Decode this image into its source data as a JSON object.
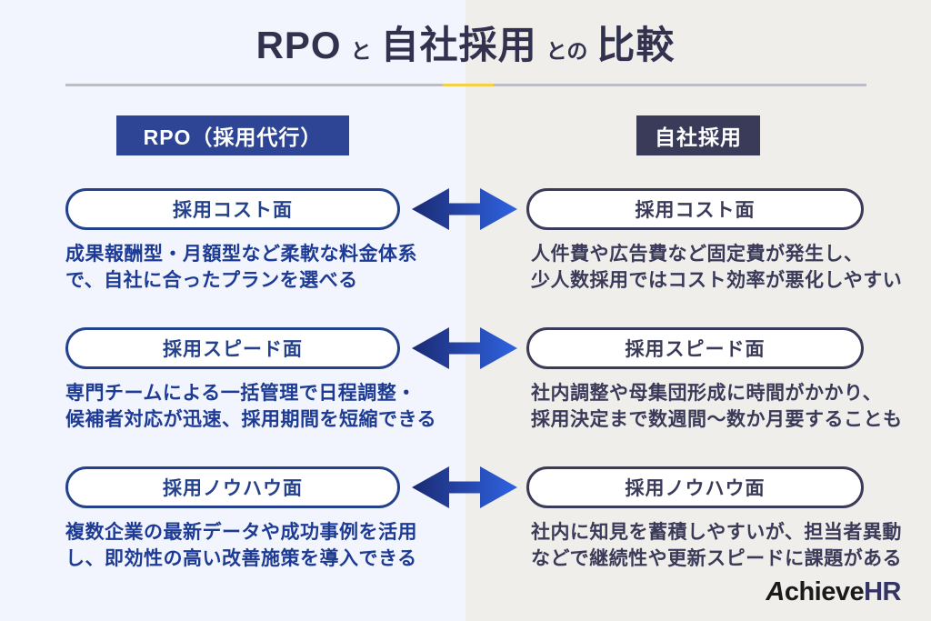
{
  "title": {
    "segments": [
      "RPO",
      "と",
      "自社採用",
      "との",
      "比較"
    ]
  },
  "header": {
    "left_label": "RPO（採用代行）",
    "right_label": "自社採用"
  },
  "rows": [
    {
      "category_left": "採用コスト面",
      "category_right": "採用コスト面",
      "left_line1": "成果報酬型・月額型など柔軟な料金体系",
      "left_line2": "で、自社に合ったプランを選べる",
      "right_line1": "人件費や広告費など固定費が発生し、",
      "right_line2": "少人数採用ではコスト効率が悪化しやすい"
    },
    {
      "category_left": "採用スピード面",
      "category_right": "採用スピード面",
      "left_line1": "専門チームによる一括管理で日程調整・",
      "left_line2": "候補者対応が迅速、採用期間を短縮できる",
      "right_line1": "社内調整や母集団形成に時間がかかり、",
      "right_line2": "採用決定まで数週間〜数か月要することも"
    },
    {
      "category_left": "採用ノウハウ面",
      "category_right": "採用ノウハウ面",
      "left_line1": "複数企業の最新データや成功事例を活用",
      "left_line2": "し、即効性の高い改善施策を導入できる",
      "right_line1": "社内に知見を蓄積しやすいが、担当者異動",
      "right_line2": "などで継続性や更新スピードに課題がある"
    }
  ],
  "logo": {
    "part1": "Achieve",
    "part2": "HR"
  },
  "colors": {
    "left_bg": "#f2f5fd",
    "right_bg": "#f0eeeb",
    "left_header_bg": "#2e4494",
    "right_header_bg": "#3a3a59",
    "left_accent": "#24418c",
    "left_text": "#1d3b94",
    "right_accent": "#3a3a59",
    "title_text": "#32324e",
    "divider_gray": "#bdbdc4",
    "divider_yellow": "#f3cf4a",
    "arrow_gradient_start": "#1b2a72",
    "arrow_gradient_end": "#2f63e2",
    "logo_black": "#1a1a1a",
    "logo_navy": "#333366"
  }
}
